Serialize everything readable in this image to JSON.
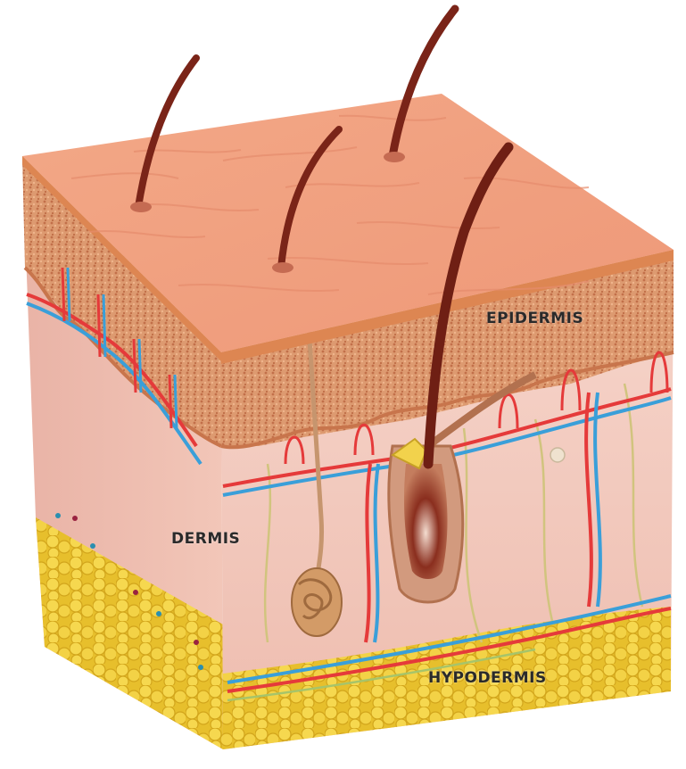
{
  "labels": {
    "epidermis": "EPIDERMIS",
    "dermis": "DERMIS",
    "hypodermis": "HYPODERMIS"
  },
  "colors": {
    "skin_surface": "#f0a384",
    "skin_surface_light": "#f6b89a",
    "epidermis_band": "#e08a52",
    "epidermis_granular": "#d9966b",
    "dermis": "#f2c9bf",
    "dermis_side": "#e9b3a6",
    "fat": "#f1d04a",
    "fat_dark": "#d9ad1f",
    "artery": "#e53a3a",
    "vein": "#3a9fd9",
    "hair": "#7a2418",
    "nerve": "#c9c07a"
  }
}
